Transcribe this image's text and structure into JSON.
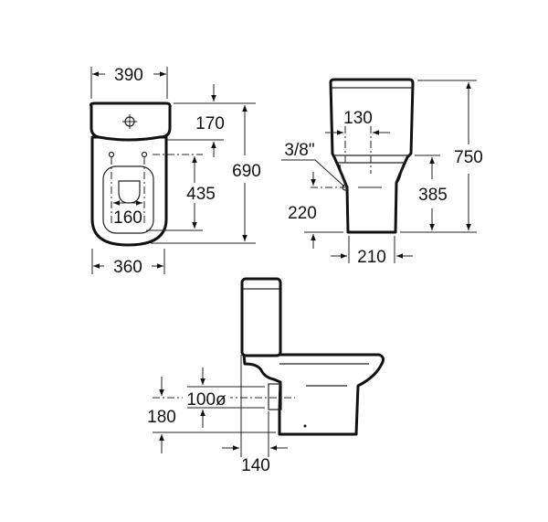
{
  "title": "Close-coupled toilet technical drawing (dimensions in mm)",
  "top_view": {
    "width_tank": "390",
    "tank_depth": "170",
    "total_depth": "690",
    "fixing_to_front": "435",
    "seat_fixing_spacing": "160",
    "width_bowl": "360"
  },
  "front_view": {
    "supply_offset": "130",
    "supply_size": "3/8\"",
    "supply_height": "220",
    "bowl_height": "385",
    "total_height": "750",
    "foot_width": "210"
  },
  "side_view": {
    "outlet_diameter": "100ø",
    "outlet_height": "180",
    "outlet_to_wall": "140"
  }
}
